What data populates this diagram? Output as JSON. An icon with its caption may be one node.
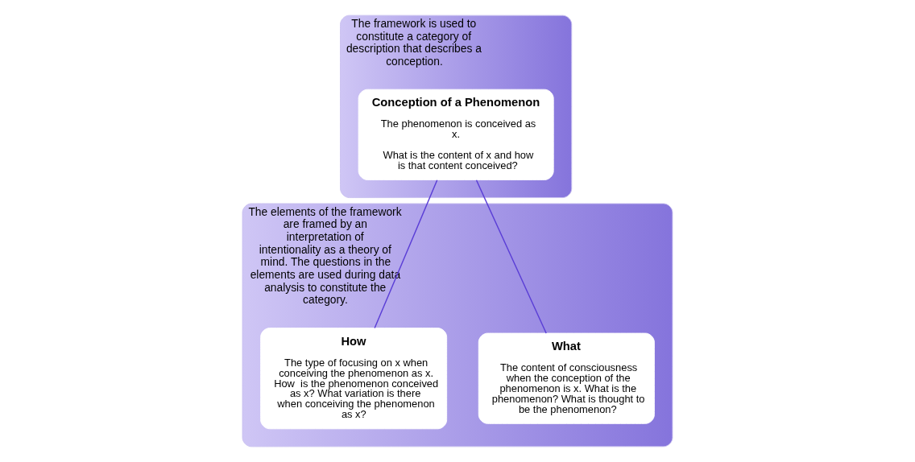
{
  "diagram": {
    "nodes": [
      {
        "text": [
          "The framework is used to constitute a category of description that describes a conception."
        ]
      },
      {
        "text": [
          "Conception of a Phenomenon",
          "The phenomenon is conceived as x.",
          "What is the content of x and how is that content conceived?"
        ],
        "in": 0
      },
      {
        "text": [
          "The elements of the framework are framed by an interpretation of intentionality as a theory of mind. The questions in the elements are used during data analysis to constitute the category."
        ]
      },
      {
        "text": [
          "What",
          "The content of consciousness when the conception of the phenomenon is x. What is the phenomenon? What is thought to be the phenomenon?"
        ],
        "in": 2
      },
      {
        "text": [
          "How",
          "The type of focusing on x when conceiving the phenomenon as x. How  is the phenomenon conceived as x? What variation is there when conceiving the phenomenon as x?"
        ],
        "in": 2
      }
    ],
    "edges": [
      {
        "from": 1,
        "to": 3,
        "arrow": "none"
      },
      {
        "from": 1,
        "to": 4,
        "arrow": "none"
      }
    ]
  }
}
